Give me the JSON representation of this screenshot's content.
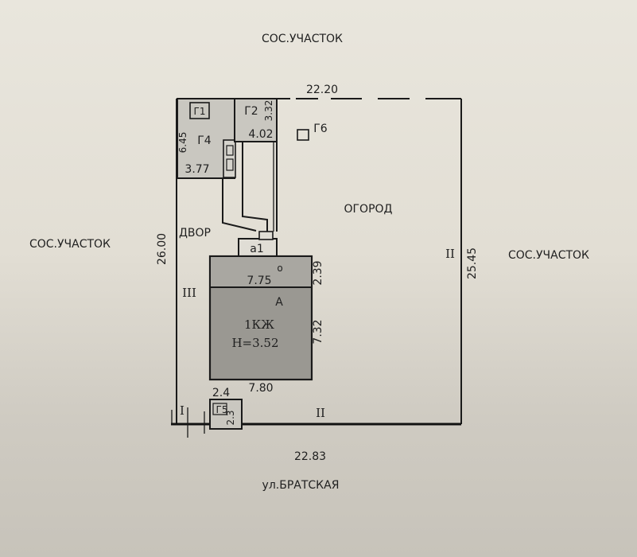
{
  "labels": {
    "neighbor_top": "СОС.УЧАСТОК",
    "neighbor_left": "СОС.УЧАСТОК",
    "neighbor_right": "СОС.УЧАСТОК",
    "street": "ул.БРАТСКАЯ",
    "garden": "ОГОРОД",
    "yard": "ДВОР",
    "house_class": "1КЖ",
    "house_height": "Н=3.52",
    "house_letter": "А",
    "annex": "а1",
    "g1": "Г1",
    "g2": "Г2",
    "g4": "Г4",
    "g5": "Г5",
    "g6": "Г6",
    "roman_1": "I",
    "roman_2_right": "II",
    "roman_2_bottom": "II",
    "roman_3": "III",
    "degree": "о"
  },
  "dimensions": {
    "top": "22.20",
    "bottom": "22.83",
    "left": "26.00",
    "right": "25.45",
    "g4_height": "6.45",
    "g4_width": "3.77",
    "g2_width": "4.02",
    "g2_height": "3.32",
    "house_top_width": "7.75",
    "house_top_depth": "2.39",
    "house_depth": "7.32",
    "house_bottom_width": "7.80",
    "g5_width": "2.4",
    "g5_height": "2.3"
  },
  "colors": {
    "house_fill": "#9a9892",
    "outbuilding_fill": "#c9c7c0",
    "line": "#1a1a1a"
  }
}
